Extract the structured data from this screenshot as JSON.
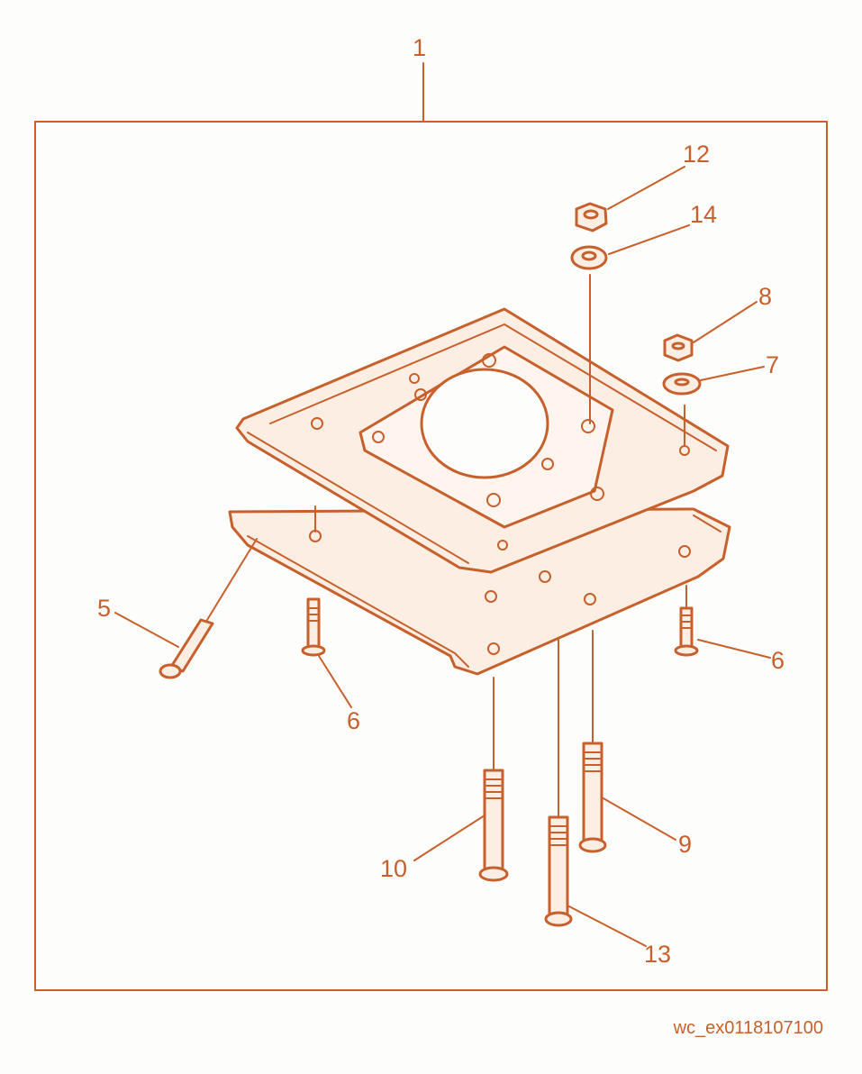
{
  "colors": {
    "line": "#c8602c",
    "fill": "#fdeee4",
    "background": "#fdfdfb"
  },
  "callouts": [
    {
      "id": "c1",
      "text": "1"
    },
    {
      "id": "c12",
      "text": "12"
    },
    {
      "id": "c14",
      "text": "14"
    },
    {
      "id": "c8",
      "text": "8"
    },
    {
      "id": "c7",
      "text": "7"
    },
    {
      "id": "c5",
      "text": "5"
    },
    {
      "id": "c6a",
      "text": "6"
    },
    {
      "id": "c6b",
      "text": "6"
    },
    {
      "id": "c10",
      "text": "10"
    },
    {
      "id": "c9",
      "text": "9"
    },
    {
      "id": "c13",
      "text": "13"
    }
  ],
  "drawing_code": "wc_ex0118107100"
}
